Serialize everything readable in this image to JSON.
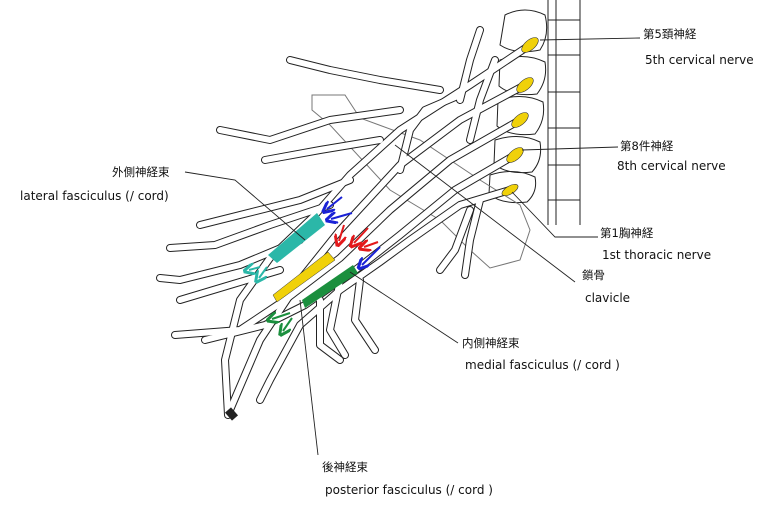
{
  "labels": {
    "c5": {
      "jp": "第5頚神経",
      "en": "5th cervical nerve"
    },
    "c8": {
      "jp": "第8件神経",
      "en": "8th cervical nerve"
    },
    "t1": {
      "jp": "第1胸神経",
      "en": "1st thoracic nerve"
    },
    "clavicle": {
      "jp": "鎖骨",
      "en": "clavicle"
    },
    "lateral": {
      "jp": "外側神経束",
      "en": "lateral fasciculus (/ cord)"
    },
    "medial": {
      "jp": "内側神経束",
      "en": "medial fasciculus (/ cord )"
    },
    "posterior": {
      "jp": "後神経束",
      "en": "posterior fasciculus (/ cord )"
    }
  },
  "colors": {
    "lateral_cord": "#2bb7a8",
    "medial_cord": "#1b8f3e",
    "posterior_cord": "#f0d10a",
    "root_highlight": "#f0d10a",
    "arrow_blue": "#1a22d6",
    "arrow_red": "#e3191b"
  }
}
